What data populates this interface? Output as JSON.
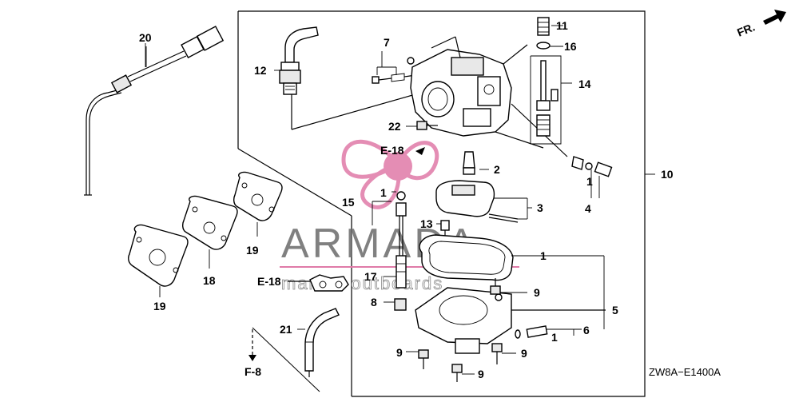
{
  "callouts": {
    "c1a": "1",
    "c1b": "1",
    "c1c": "1",
    "c1d": "1",
    "c2": "2",
    "c3": "3",
    "c4": "4",
    "c5": "5",
    "c6": "6",
    "c7": "7",
    "c8": "8",
    "c9a": "9",
    "c9b": "9",
    "c9c": "9",
    "c9d": "9",
    "c10": "10",
    "c11": "11",
    "c12": "12",
    "c13": "13",
    "c14": "14",
    "c15": "15",
    "c16": "16",
    "c17": "17",
    "c18": "18",
    "c19a": "19",
    "c19b": "19",
    "c20": "20",
    "c21": "21",
    "c22": "22"
  },
  "references": {
    "e18_top": "E-18",
    "e18_left": "E-18",
    "f8": "F-8",
    "front": "FR."
  },
  "diagram_code": "ZW8A−E1400A",
  "watermark": {
    "brand": "ARMADA",
    "tagline": "marine outboards",
    "accent_color": "#e07aa8"
  }
}
